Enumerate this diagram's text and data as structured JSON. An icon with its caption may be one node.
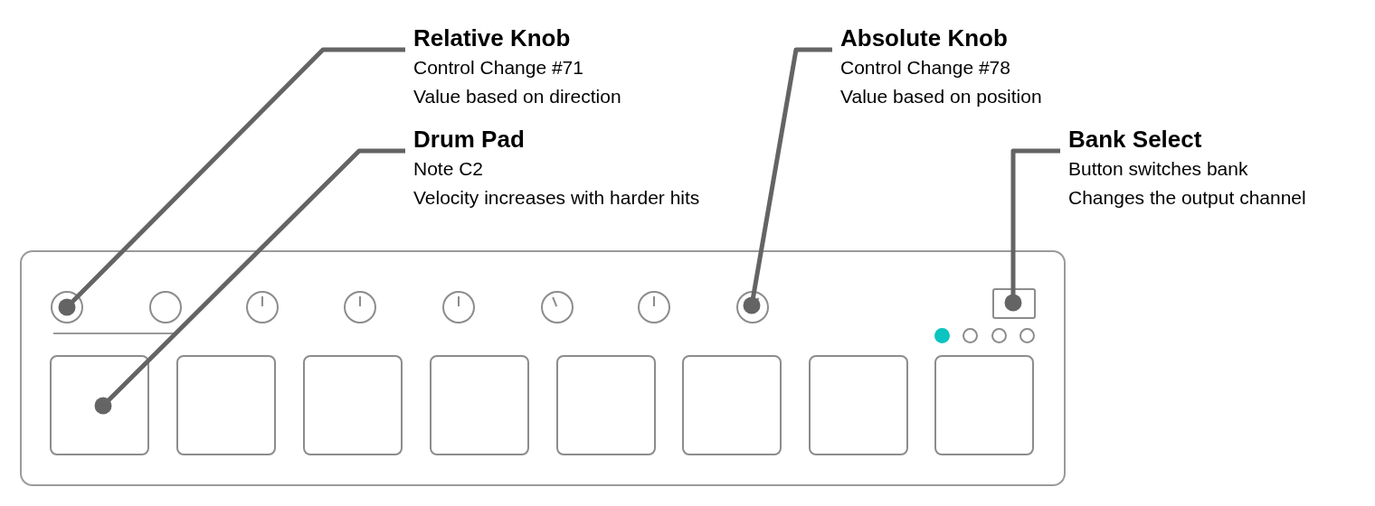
{
  "diagram": {
    "nodes": [
      {
        "text": [
          "Relative Knob",
          "Control Change #71",
          "Value based on direction"
        ]
      },
      {
        "text": [
          "Drum Pad",
          "Note C2",
          "Velocity increases with harder hits"
        ]
      },
      {
        "text": [
          "Absolute Knob",
          "Control Change #78",
          "Value based on position"
        ]
      },
      {
        "text": [
          "Bank Select",
          "Button switches bank",
          "Changes the output channel"
        ]
      },
      {
        "text": [],
        "shape": "box"
      },
      {
        "text": [],
        "shape": "circle",
        "in": 4
      },
      {
        "text": [],
        "shape": "circle",
        "in": 4
      },
      {
        "text": [],
        "shape": "circle",
        "in": 4
      },
      {
        "text": [],
        "shape": "circle",
        "in": 4
      },
      {
        "text": [],
        "shape": "circle",
        "in": 4
      },
      {
        "text": [],
        "shape": "circle",
        "in": 4
      },
      {
        "text": [],
        "shape": "circle",
        "in": 4
      },
      {
        "text": [],
        "shape": "circle",
        "in": 4
      },
      {
        "text": [],
        "shape": "box",
        "in": 4
      },
      {
        "text": [],
        "shape": "circle",
        "in": 4
      },
      {
        "text": [],
        "shape": "circle",
        "in": 4
      },
      {
        "text": [],
        "shape": "circle",
        "in": 4
      },
      {
        "text": [],
        "shape": "circle",
        "in": 4
      },
      {
        "text": [],
        "shape": "box",
        "in": 4
      },
      {
        "text": [],
        "shape": "box",
        "in": 4
      },
      {
        "text": [],
        "shape": "box",
        "in": 4
      },
      {
        "text": [],
        "shape": "box",
        "in": 4
      },
      {
        "text": [],
        "shape": "box",
        "in": 4
      },
      {
        "text": [],
        "shape": "box",
        "in": 4
      },
      {
        "text": [],
        "shape": "box",
        "in": 4
      },
      {
        "text": [],
        "shape": "box",
        "in": 4
      }
    ],
    "edges": [
      {
        "from": 0,
        "to": 5,
        "arrow": "other"
      },
      {
        "from": 1,
        "to": 18,
        "arrow": "other"
      },
      {
        "from": 2,
        "to": 12,
        "arrow": "other"
      },
      {
        "from": 3,
        "to": 13,
        "arrow": "other"
      }
    ]
  }
}
